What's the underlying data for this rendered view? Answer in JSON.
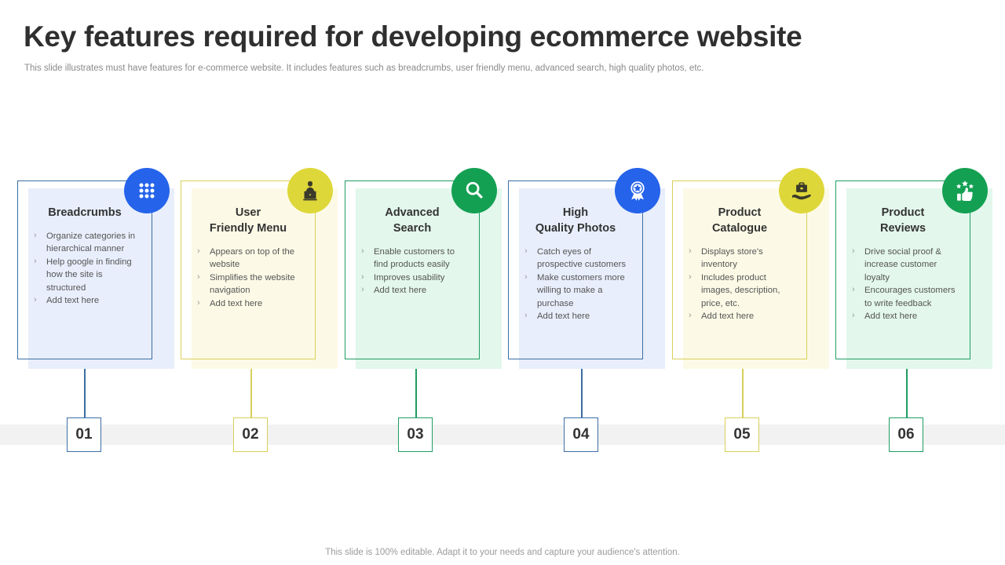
{
  "header": {
    "title": "Key features required for developing ecommerce website",
    "subtitle": "This slide illustrates must have features for e-commerce website. It includes features such as breadcrumbs, user friendly menu, advanced search, high quality photos, etc."
  },
  "footer": {
    "note": "This slide is 100% editable. Adapt it to your needs and capture your audience's attention."
  },
  "theme": {
    "blue_border": "#3b6ea5",
    "blue_fill": "#e8eefb",
    "blue_icon": "#2563eb",
    "yellow_border": "#d9cf5a",
    "yellow_fill": "#fcfae6",
    "yellow_icon": "#ded73a",
    "green_border": "#1f9d63",
    "green_fill": "#e3f7ec",
    "green_icon": "#14a053",
    "band": "#f2f2f2",
    "number_text": "#333333"
  },
  "cards": [
    {
      "number": "01",
      "title": "Breadcrumbs",
      "icon": "apps-grid-icon",
      "color_scheme": "blue",
      "bullets": [
        "Organize categories in hierarchical manner",
        "Help google in finding how the site is structured",
        "Add text here"
      ]
    },
    {
      "number": "02",
      "title": "User\nFriendly Menu",
      "icon": "presenter-podium-icon",
      "color_scheme": "yellow",
      "bullets": [
        "Appears on top of the website",
        "Simplifies the website navigation",
        "Add text here"
      ]
    },
    {
      "number": "03",
      "title": "Advanced\nSearch",
      "icon": "search-icon",
      "color_scheme": "green",
      "bullets": [
        "Enable customers to find products easily",
        "Improves usability",
        "Add text here"
      ]
    },
    {
      "number": "04",
      "title": "High\nQuality Photos",
      "icon": "award-ribbon-icon",
      "color_scheme": "blue",
      "bullets": [
        "Catch eyes of prospective customers",
        "Make customers more willing to make a purchase",
        "Add text here"
      ]
    },
    {
      "number": "05",
      "title": "Product\nCatalogue",
      "icon": "hand-briefcase-icon",
      "color_scheme": "yellow",
      "bullets": [
        "Displays store's inventory",
        "Includes product images, description, price, etc.",
        "Add text here"
      ]
    },
    {
      "number": "06",
      "title": "Product\nReviews",
      "icon": "thumbs-up-stars-icon",
      "color_scheme": "green",
      "bullets": [
        "Drive social proof & increase customer loyalty",
        "Encourages customers to write feedback",
        "Add text here"
      ]
    }
  ]
}
